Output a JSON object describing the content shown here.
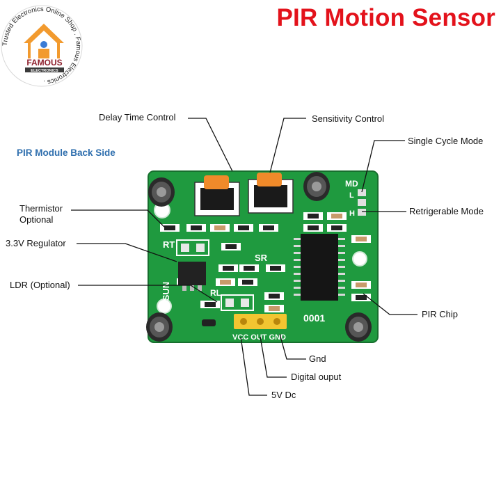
{
  "title": "PIR Motion Sensor",
  "side_label": "PIR Module Back Side",
  "logo": {
    "ring_text": "Trusted Electronics Online Shop . Famous Electronics .",
    "brand": "FAMOUS",
    "sub": "ELECTRONICS"
  },
  "board": {
    "rt": "RT",
    "rl": "RL",
    "sr": "SR",
    "md": "MD",
    "l": "L",
    "h": "H",
    "dsun": "D-SUN",
    "code": "0001",
    "pins": "VCC OUT GND"
  },
  "labels": {
    "delay": "Delay Time Control",
    "sensitivity": "Sensitivity Control",
    "single_cycle": "Single Cycle Mode",
    "retrig": "Retrigerable Mode",
    "thermistor_l1": "Thermistor",
    "thermistor_l2": "Optional",
    "regulator": "3.3V Regulator",
    "ldr": "LDR (Optional)",
    "pir_chip": "PIR Chip",
    "gnd": "Gnd",
    "digital": "Digital ouput",
    "vdc": "5V Dc"
  },
  "colors": {
    "title": "#e3121b",
    "side_label": "#2f6fae",
    "pcb": "#1f9a3f",
    "pot": "#f08a2a",
    "header": "#f2c531"
  }
}
